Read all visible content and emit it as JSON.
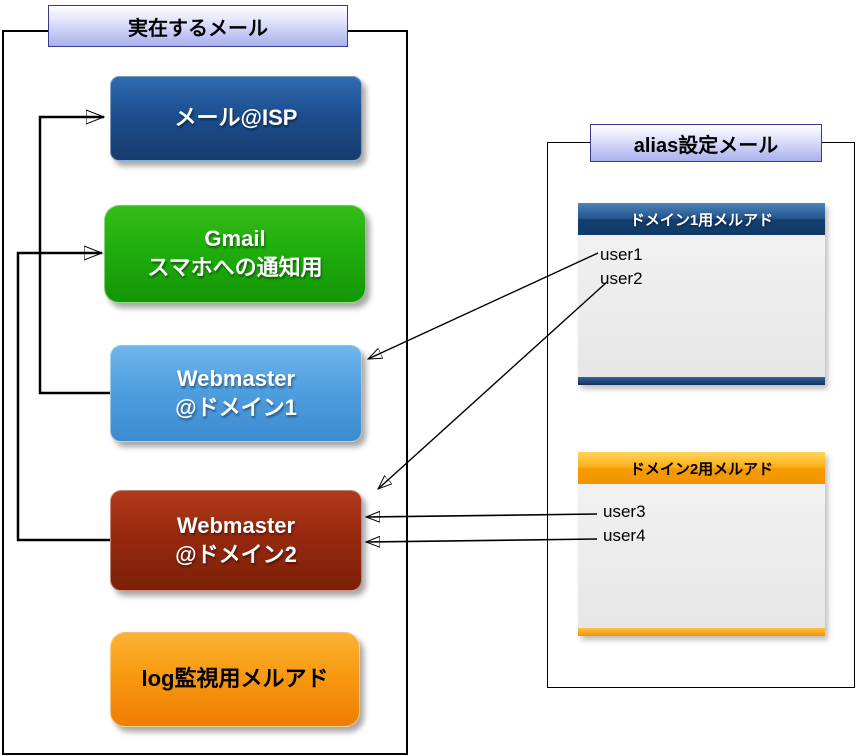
{
  "left_group": {
    "title": "実在するメール",
    "boxes": [
      {
        "line1": "メール@ISP"
      },
      {
        "line1": "Gmail",
        "line2": "スマホへの通知用"
      },
      {
        "line1": "Webmaster",
        "line2": "@ドメイン1"
      },
      {
        "line1": "Webmaster",
        "line2": "@ドメイン2"
      },
      {
        "line1": "log監視用メルアド"
      }
    ]
  },
  "right_group": {
    "title": "alias設定メール",
    "panels": [
      {
        "header": "ドメイン1用メルアド",
        "users": [
          "user1",
          "user2"
        ]
      },
      {
        "header": "ドメイン2用メルアド",
        "users": [
          "user3",
          "user4"
        ]
      }
    ]
  },
  "colors": {
    "isp_box": "#1d4e8f",
    "gmail_box": "#1fae0c",
    "webmaster_domain1_box": "#4f9fe0",
    "webmaster_domain2_box": "#97290f",
    "log_box": "#f79a12",
    "title_box": "#aab0ee",
    "domain1_header": "#123a68",
    "domain2_header": "#f59a00",
    "panel_body": "#e9e9e9",
    "arrow": "#000000"
  }
}
